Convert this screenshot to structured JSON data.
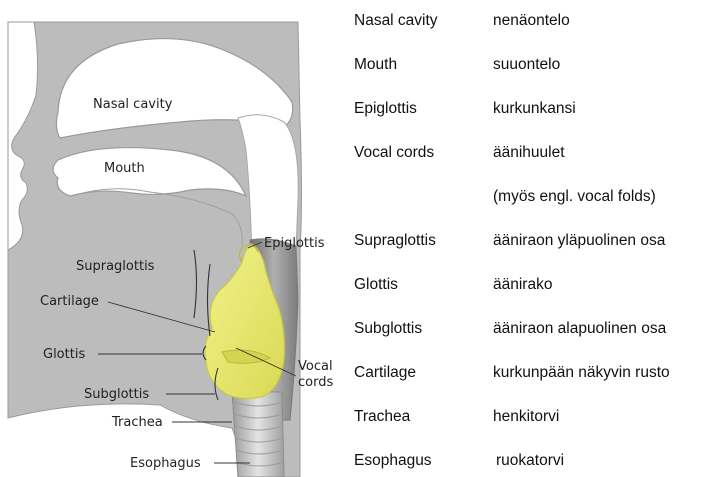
{
  "figure": {
    "labels": {
      "nasal_cavity": "Nasal cavity",
      "mouth": "Mouth",
      "epiglottis": "Epiglottis",
      "supraglottis": "Supraglottis",
      "cartilage": "Cartilage",
      "glottis": "Glottis",
      "vocal": "Vocal",
      "cords": "cords",
      "subglottis": "Subglottis",
      "trachea": "Trachea",
      "esophagus": "Esophagus"
    },
    "colors": {
      "tissue": "#bcbcbc",
      "cavity": "#ffffff",
      "larynx": "#e8e870",
      "larynx_outline": "#c8c84a",
      "throat_shadow": "#8e8e8e"
    }
  },
  "glossary": [
    {
      "en": "Nasal cavity",
      "fi": "nenäontelo"
    },
    {
      "en": "Mouth",
      "fi": "suuontelo"
    },
    {
      "en": "Epiglottis",
      "fi": "kurkunkansi"
    },
    {
      "en": "Vocal cords",
      "fi": "äänihuulet"
    },
    {
      "en": "",
      "fi": "(myös engl. vocal folds)"
    },
    {
      "en": "Supraglottis",
      "fi": "ääniraon yläpuolinen osa"
    },
    {
      "en": "Glottis",
      "fi": "äänirako"
    },
    {
      "en": "Subglottis",
      "fi": "ääniraon alapuolinen osa"
    },
    {
      "en": "Cartilage",
      "fi": "kurkunpään näkyvin rusto"
    },
    {
      "en": "Trachea",
      "fi": "henkitorvi"
    },
    {
      "en": "Esophagus",
      "fi": "ruokatorvi"
    }
  ]
}
